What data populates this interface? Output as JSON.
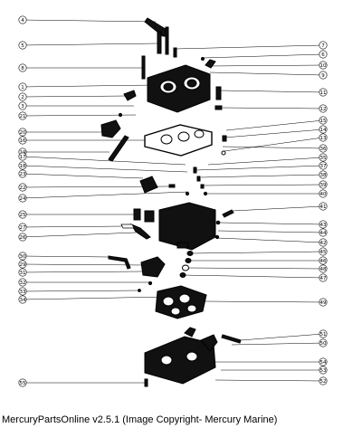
{
  "caption": "MercuryPartsOnline v2.5.1 (Image Copyright- Mercury Marine)",
  "callouts_left": [
    "4",
    "5",
    "8",
    "1",
    "2",
    "3",
    "21",
    "20",
    "19",
    "16",
    "17",
    "18",
    "23",
    "22",
    "24",
    "25",
    "27",
    "26",
    "30",
    "29",
    "31",
    "32",
    "33",
    "34",
    "55"
  ],
  "callouts_right": [
    "7",
    "6",
    "10",
    "9",
    "11",
    "12",
    "15",
    "14",
    "13",
    "36",
    "35",
    "37",
    "38",
    "39",
    "40",
    "41",
    "43",
    "44",
    "42",
    "45",
    "46",
    "48",
    "47",
    "49",
    "51",
    "50",
    "54",
    "53",
    "52"
  ],
  "colors": {
    "ink": "#000000",
    "paper": "#ffffff"
  }
}
